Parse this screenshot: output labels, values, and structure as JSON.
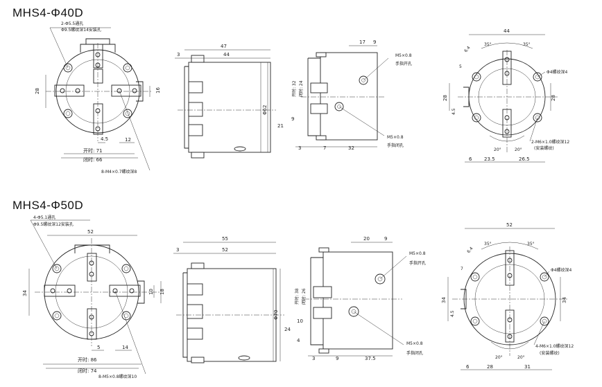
{
  "top": {
    "title": "MHS4-Φ40D",
    "front": {
      "hole_note_1": "2-Φ5.5通孔",
      "hole_note_2": "Φ9.5螺纹深14安装孔",
      "d_28": "28",
      "d_16": "16",
      "d_4_5": "4.5",
      "d_12": "12",
      "open_label": "开时: 71",
      "close_label": "闭时: 66",
      "thread_note": "8-M4×0.7螺纹深8"
    },
    "side": {
      "d_3": "3",
      "d_47": "47",
      "d_44": "44",
      "dia": "Φ62"
    },
    "section": {
      "d_17": "17",
      "d_9": "9",
      "port1": "M5×0.8",
      "port1_desc": "手指开孔",
      "port2": "M5×0.8",
      "port2_desc": "手指闭孔",
      "open_v": "开时: 32",
      "close_v": "闭时: 24",
      "d_9v": "9",
      "d_21": "21",
      "d_3": "3",
      "d_7": "7",
      "d_32": "32"
    },
    "back": {
      "d_44": "44",
      "a_35l": "35°",
      "a_35r": "35°",
      "d_6_4": "6.4",
      "d_5": "5",
      "pin_note": "Φ4螺纹深4",
      "d_28l": "28",
      "d_28r": "28",
      "d_4_5": "4.5",
      "a_20l": "20°",
      "a_20r": "20°",
      "thread_note": "2-M6×1.0螺纹深12",
      "thread_note2": "(安装螺纹)",
      "d_6": "6",
      "d_23_5": "23.5",
      "d_26_5": "26.5"
    }
  },
  "bottom": {
    "title": "MHS4-Φ50D",
    "front": {
      "hole_note_1": "4-Φ5.1通孔",
      "hole_note_2": "Φ9.5螺纹深12安装孔",
      "d_52": "52",
      "d_34": "34",
      "d_10": "10",
      "d_18": "18",
      "d_5": "5",
      "d_14": "14",
      "open_label": "开时: 86",
      "close_label": "闭时: 74",
      "thread_note": "8-M5×0.8螺纹深10"
    },
    "side": {
      "d_3": "3",
      "d_55": "55",
      "d_52": "52",
      "dia": "Φ70"
    },
    "section": {
      "d_20": "20",
      "d_9": "9",
      "port1": "M5×0.8",
      "port1_desc": "手指开孔",
      "port2": "M5×0.8",
      "port2_desc": "手指闭孔",
      "open_v": "开时: 38",
      "close_v": "闭时: 26",
      "d_10": "10",
      "d_24": "24",
      "d_4": "4",
      "d_3": "3",
      "d_9h": "9",
      "d_37_5": "37.5"
    },
    "back": {
      "d_52": "52",
      "a_35l": "35°",
      "a_35r": "35°",
      "d_6_4": "6.4",
      "d_7": "7",
      "pin_note": "Φ4螺纹深4",
      "d_34l": "34",
      "d_34r": "34",
      "d_4_5": "4.5",
      "a_20l": "20°",
      "a_20r": "20°",
      "thread_note": "4-M6×1.0螺纹深12",
      "thread_note2": "(安装螺纹)",
      "d_6": "6",
      "d_28": "28",
      "d_31": "31"
    }
  }
}
